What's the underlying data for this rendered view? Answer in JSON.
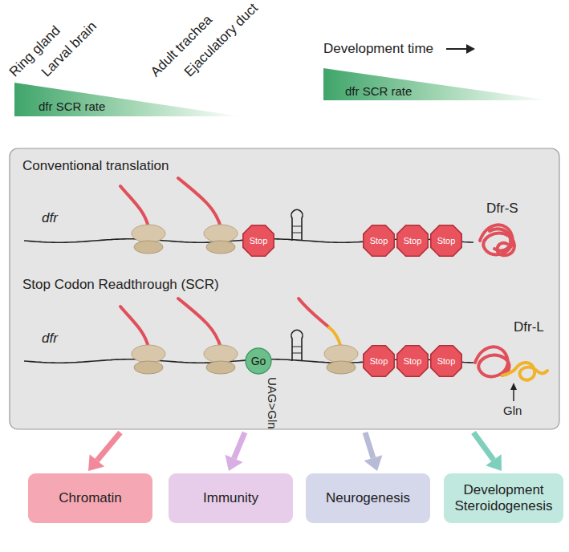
{
  "diagram": {
    "nodes": [
      {
        "text": [
          "dfr SCR rate"
        ]
      },
      {
        "text": [
          "dfr SCR rate"
        ]
      },
      {
        "text": [
          "Conventional translation",
          "Stop Codon Readthrough (SCR)"
        ]
      },
      {
        "text": [
          "Stop"
        ],
        "in": 2
      },
      {
        "text": [
          "Stop"
        ],
        "in": 2
      },
      {
        "text": [
          "Stop"
        ],
        "in": 2
      },
      {
        "text": [
          "Stop"
        ],
        "in": 2
      },
      {
        "text": [
          "Go"
        ],
        "in": 2
      },
      {
        "text": [
          "Stop"
        ],
        "in": 2
      },
      {
        "text": [
          "Stop"
        ],
        "in": 2
      },
      {
        "text": [
          "Stop"
        ],
        "in": 2
      },
      {
        "text": [
          "Chromatin"
        ]
      },
      {
        "text": [
          "Immunity"
        ]
      },
      {
        "text": [
          "Neurogenesis"
        ]
      },
      {
        "text": [
          "Development Steroidogenesis"
        ]
      }
    ],
    "edges": [
      {
        "from": 2,
        "to": 11,
        "arrow": "to"
      },
      {
        "from": 2,
        "to": 12,
        "arrow": "to"
      },
      {
        "from": 2,
        "to": 13,
        "arrow": "to"
      },
      {
        "from": 2,
        "to": 14,
        "arrow": "to"
      }
    ],
    "labels": [
      "Ring gland",
      "Larval brain",
      "Adult trachea",
      "Ejaculatory duct",
      "Development time",
      "dfr",
      "Dfr-S",
      "dfr",
      "UAG>Gln",
      "Dfr-L",
      "Gln"
    ]
  }
}
